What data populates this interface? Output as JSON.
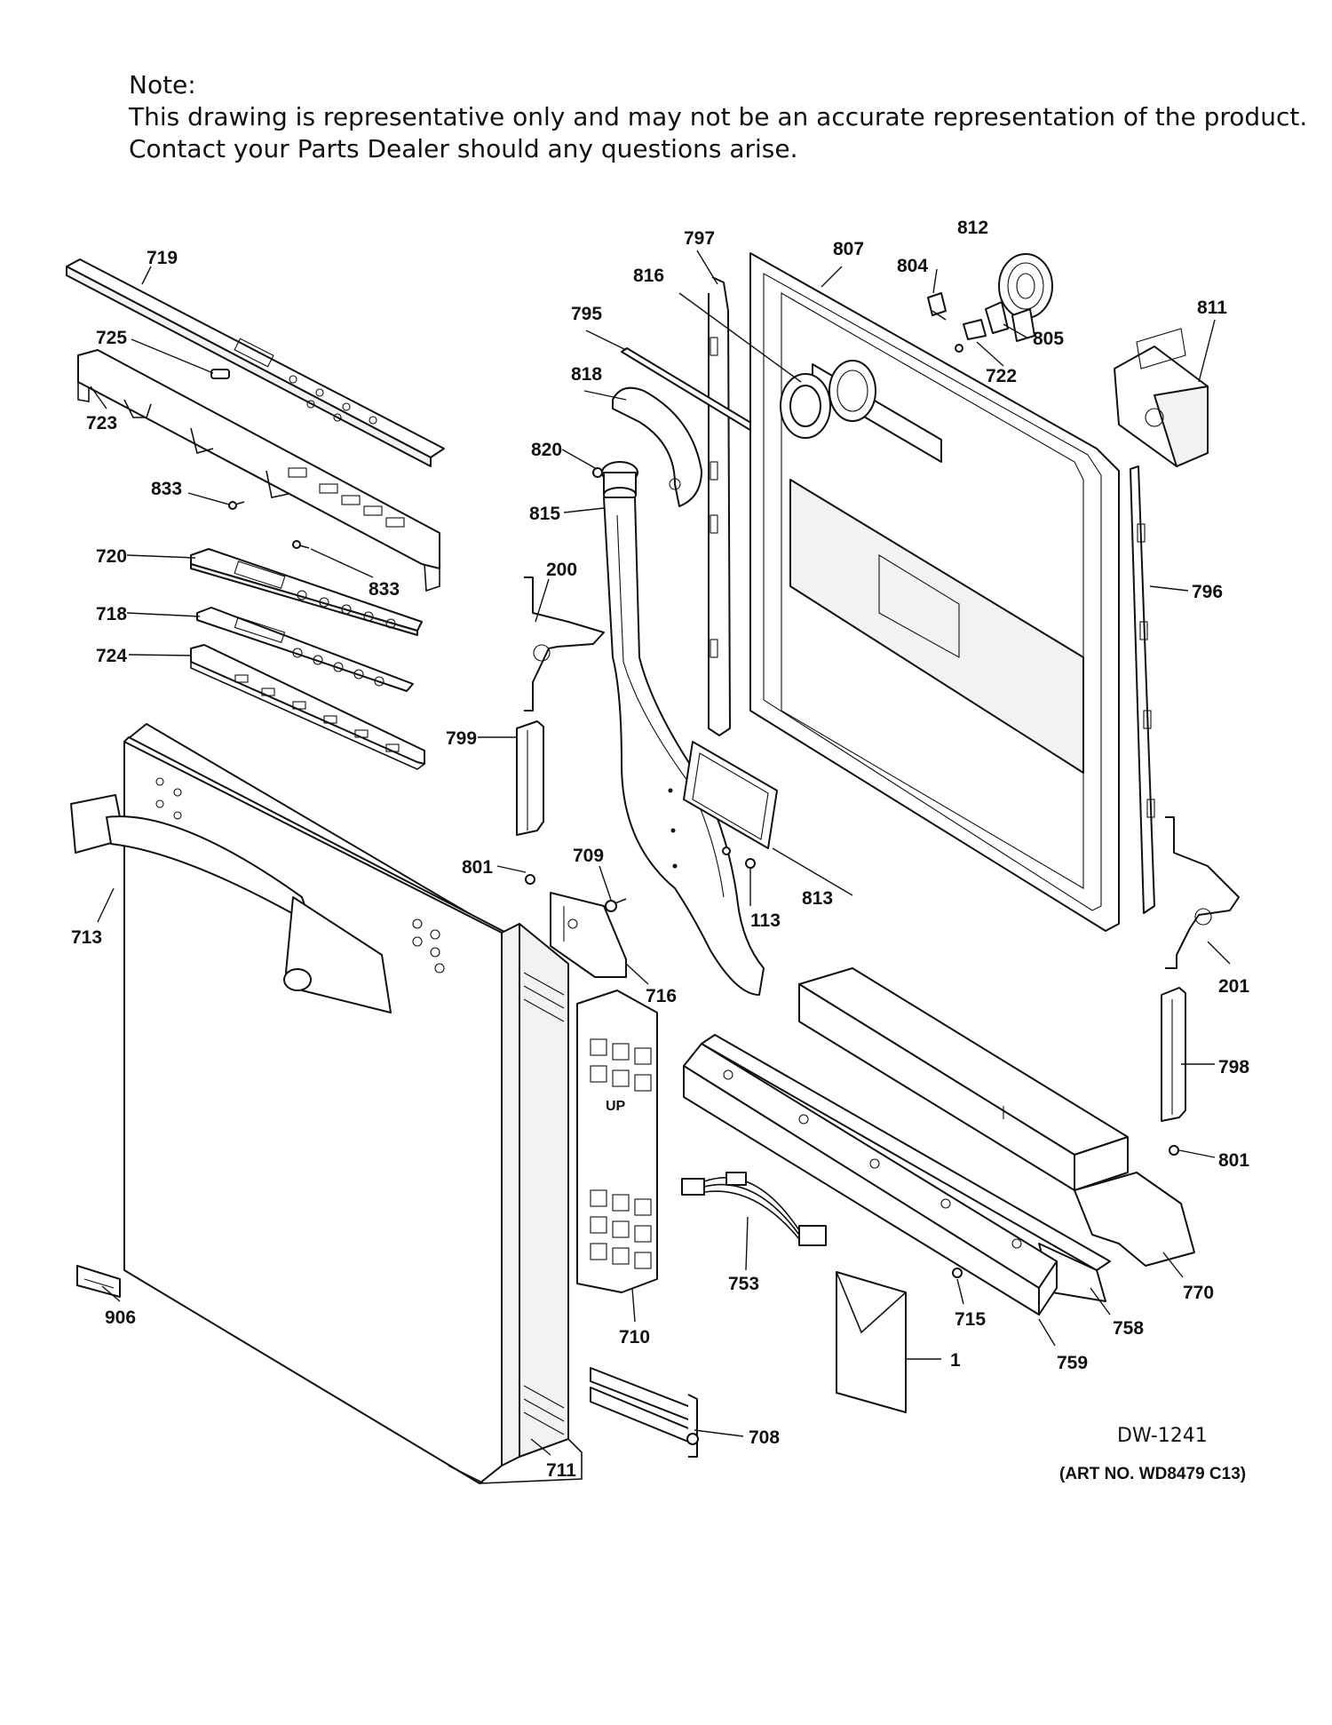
{
  "note": {
    "heading": "Note:",
    "line1": "This drawing is representative only and may not be an accurate representation of the product.",
    "line2": "Contact your Parts Dealer should any questions arise."
  },
  "parts": {
    "p719": "719",
    "p725": "725",
    "p723": "723",
    "p833a": "833",
    "p833b": "833",
    "p720": "720",
    "p718": "718",
    "p724": "724",
    "p713": "713",
    "p906": "906",
    "p711": "711",
    "p797": "797",
    "p816": "816",
    "p795": "795",
    "p818": "818",
    "p820": "820",
    "p815": "815",
    "p200": "200",
    "p799": "799",
    "p801a": "801",
    "p709": "709",
    "p716": "716",
    "p113": "113",
    "p813": "813",
    "p710": "710",
    "p753": "753",
    "p715": "715",
    "p1": "1",
    "p708": "708",
    "p807": "807",
    "p812": "812",
    "p804": "804",
    "p805": "805",
    "p722": "722",
    "p811": "811",
    "p796": "796",
    "p201": "201",
    "p798": "798",
    "p801b": "801",
    "p770": "770",
    "p758": "758",
    "p759": "759"
  },
  "footer": {
    "ref_code": "DW-1241",
    "art_no": "(ART NO. WD8479 C13)"
  },
  "stamps": {
    "spacer_up": "UP"
  }
}
